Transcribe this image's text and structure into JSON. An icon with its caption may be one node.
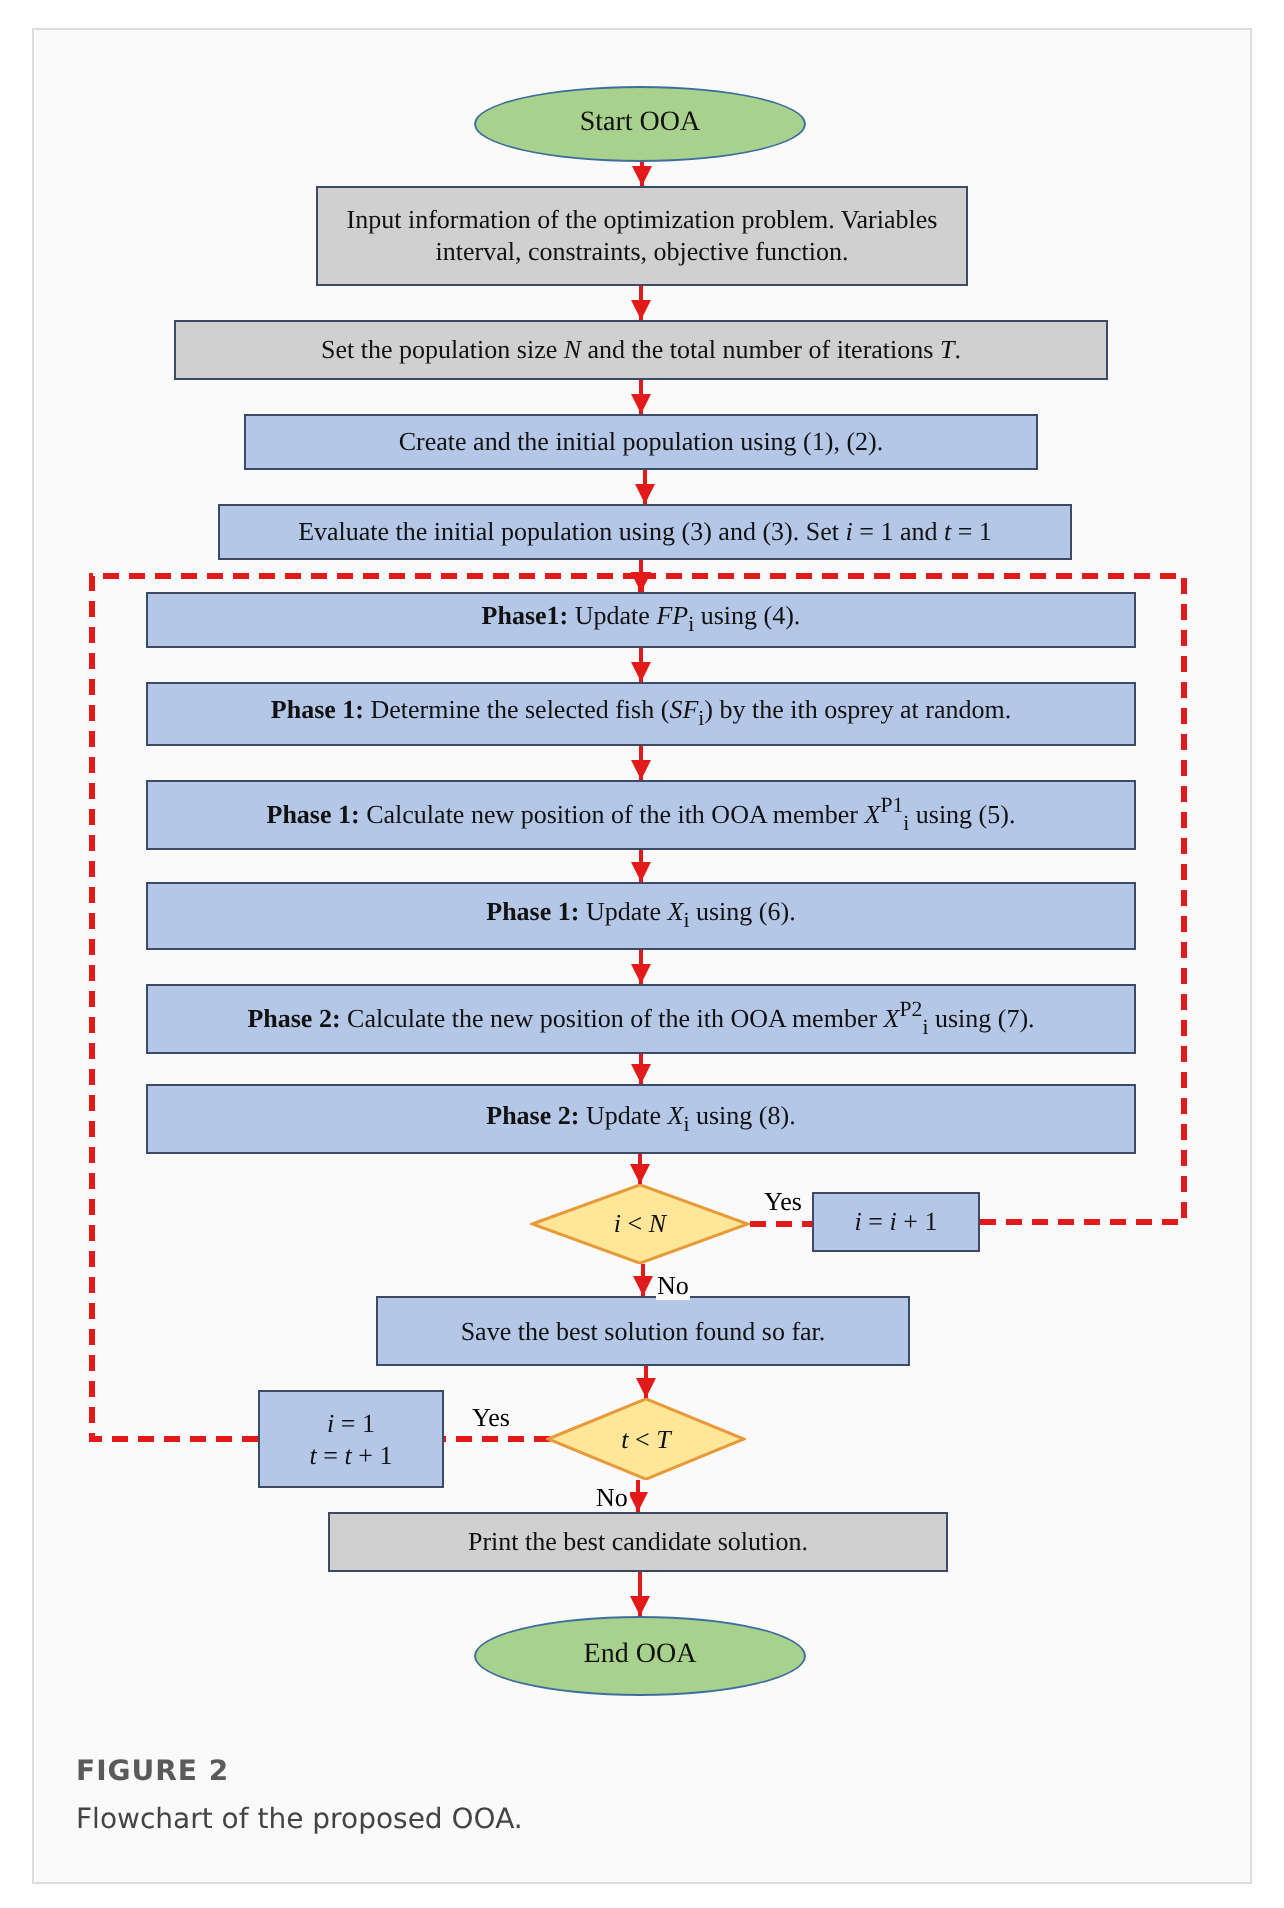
{
  "diagram": {
    "caption": "Flowchart of the proposed OOA.",
    "nodes": [
      {
        "text": [
          "Start OOA"
        ]
      },
      {
        "text": [
          "Input information of the optimization problem. Variables interval, constraints, objective function."
        ]
      },
      {
        "text": [
          "Set the population size *N* and the total number of iterations *T*."
        ]
      },
      {
        "text": [
          "Create and the initial population using (1), (2)."
        ]
      },
      {
        "text": [
          "Evaluate the initial population using (3) and (3). Set *i* = 1 and *t* = 1"
        ]
      },
      {
        "text": [
          "**Phase1:** Update *FP*$_{i}$ using (4)."
        ]
      },
      {
        "text": [
          "**Phase 1:** Determine the selected fish (*SF*$_{i}$) by the ith osprey at random."
        ]
      },
      {
        "text": [
          "**Phase 1:** Calculate new position of the ith OOA member *X*$^{P1}$$_{i}$ using (5)."
        ]
      },
      {
        "text": [
          "**Phase 1:** Update *X*$_{i}$ using (6)."
        ]
      },
      {
        "text": [
          "**Phase 2:** Calculate the new position of the ith OOA member *X*$^{P2}$$_{i}$ using (7)."
        ]
      },
      {
        "text": [
          "**Phase 2:** Update *X*$_{i}$ using (8)."
        ]
      },
      {
        "text": [
          "*i* < *N*"
        ]
      },
      {
        "text": [
          "*i* = *i* + 1"
        ]
      },
      {
        "text": [
          "Save the best solution found so far."
        ]
      },
      {
        "text": [
          "*t* < *T*"
        ]
      },
      {
        "text": [
          "*i* = 1",
          "*t* = *t* + 1"
        ]
      },
      {
        "text": [
          "Print the best candidate solution."
        ]
      },
      {
        "text": [
          "End OOA"
        ]
      }
    ],
    "edges": [
      {
        "from": 0,
        "to": 1,
        "arrow": "to"
      },
      {
        "from": 1,
        "to": 2,
        "arrow": "to"
      },
      {
        "from": 2,
        "to": 3,
        "arrow": "to"
      },
      {
        "from": 3,
        "to": 4,
        "arrow": "to"
      },
      {
        "from": 4,
        "to": 5,
        "arrow": "to"
      },
      {
        "from": 5,
        "to": 6,
        "arrow": "to"
      },
      {
        "from": 6,
        "to": 7,
        "arrow": "to"
      },
      {
        "from": 7,
        "to": 8,
        "arrow": "to"
      },
      {
        "from": 8,
        "to": 9,
        "arrow": "to"
      },
      {
        "from": 9,
        "to": 10,
        "arrow": "to"
      },
      {
        "from": 10,
        "to": 11,
        "arrow": "to"
      },
      {
        "from": 11,
        "to": 13,
        "arrow": "to",
        "label": "No"
      },
      {
        "from": 13,
        "to": 14,
        "arrow": "to"
      },
      {
        "from": 14,
        "to": 16,
        "arrow": "to",
        "label": "No"
      },
      {
        "from": 16,
        "to": 17,
        "arrow": "to"
      },
      {
        "from": 11,
        "to": 12,
        "arrow": "none",
        "label": "Yes",
        "style": "dashed"
      },
      {
        "from": 12,
        "to": 5,
        "arrow": "to",
        "style": "dashed"
      },
      {
        "from": 14,
        "to": 15,
        "arrow": "none",
        "label": "Yes",
        "style": "dashed"
      },
      {
        "from": 15,
        "to": 5,
        "arrow": "to",
        "style": "dashed"
      }
    ],
    "labels": [
      "FIGURE 2"
    ]
  }
}
